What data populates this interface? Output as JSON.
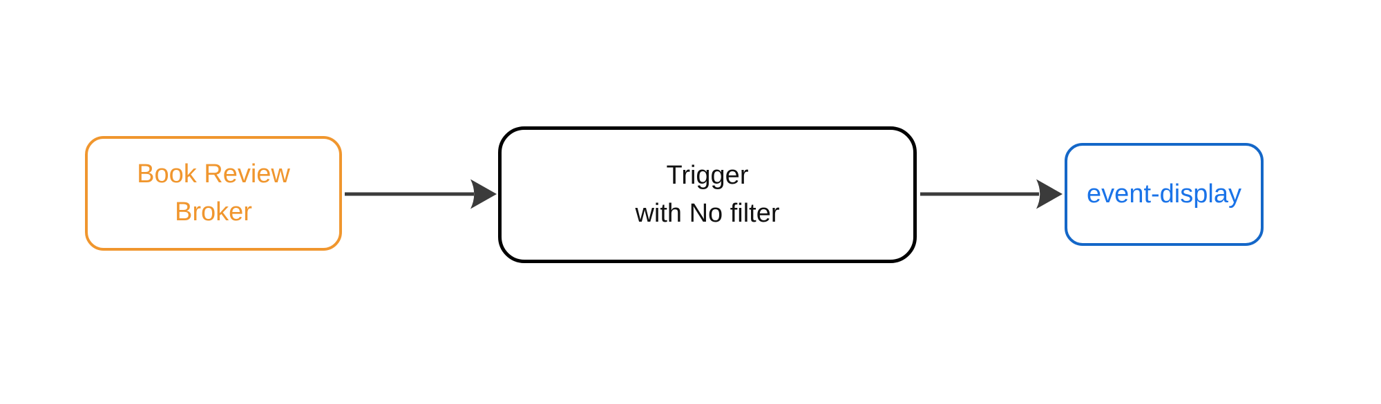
{
  "diagram": {
    "background_color": "#FFFFFF",
    "arrow_color": "#3B3B3B",
    "nodes": [
      {
        "id": "broker",
        "label": "Book Review\nBroker",
        "border_color": "#F0962E",
        "text_color": "#F0962E",
        "fill_color": "#FFFFFF"
      },
      {
        "id": "trigger",
        "label": "Trigger\nwith No filter",
        "border_color": "#000000",
        "text_color": "#111111",
        "fill_color": "#FFFFFF"
      },
      {
        "id": "event-display",
        "label": "event-display",
        "border_color": "#1467C8",
        "text_color": "#1A73E8",
        "fill_color": "#FFFFFF"
      }
    ],
    "edges": [
      {
        "from": "broker",
        "to": "trigger"
      },
      {
        "from": "trigger",
        "to": "event-display"
      }
    ]
  }
}
